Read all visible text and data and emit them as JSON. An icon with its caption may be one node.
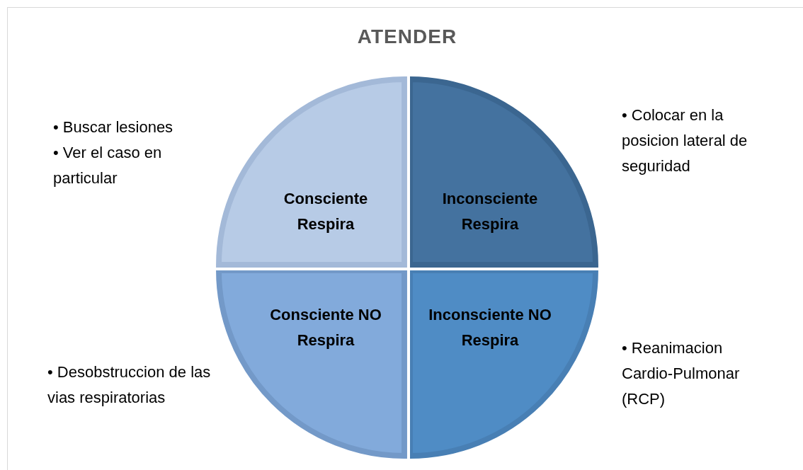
{
  "diagram": {
    "title": "ATENDER",
    "nodes": [
      {
        "text": [
          "Consciente Respira"
        ],
        "beside": [
          "• Buscar lesiones",
          "• Ver el caso en particular"
        ]
      },
      {
        "text": [
          "Inconsciente Respira"
        ],
        "beside": [
          "• Colocar en la posicion lateral de seguridad"
        ]
      },
      {
        "text": [
          "Consciente NO Respira"
        ],
        "beside": [
          "• Desobstruccion de las vias respiratorias"
        ]
      },
      {
        "text": [
          "Inconsciente NO Respira"
        ],
        "beside": [
          "• Reanimacion Cardio-Pulmonar (RCP)"
        ]
      }
    ]
  }
}
